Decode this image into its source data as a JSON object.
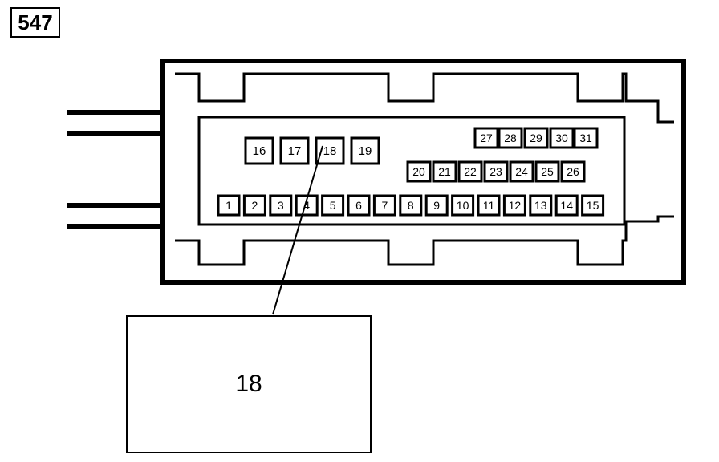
{
  "figure_number": "547",
  "callout_label": "18",
  "pin_rows": {
    "top": [
      "27",
      "28",
      "29",
      "30",
      "31"
    ],
    "middle": [
      "20",
      "21",
      "22",
      "23",
      "24",
      "25",
      "26"
    ],
    "bottom": [
      "1",
      "2",
      "3",
      "4",
      "5",
      "6",
      "7",
      "8",
      "9",
      "10",
      "11",
      "12",
      "13",
      "14",
      "15"
    ],
    "large": [
      "16",
      "17",
      "18",
      "19"
    ]
  },
  "highlighted_pin": "18",
  "colors": {
    "line": "#000000",
    "background": "#ffffff"
  }
}
